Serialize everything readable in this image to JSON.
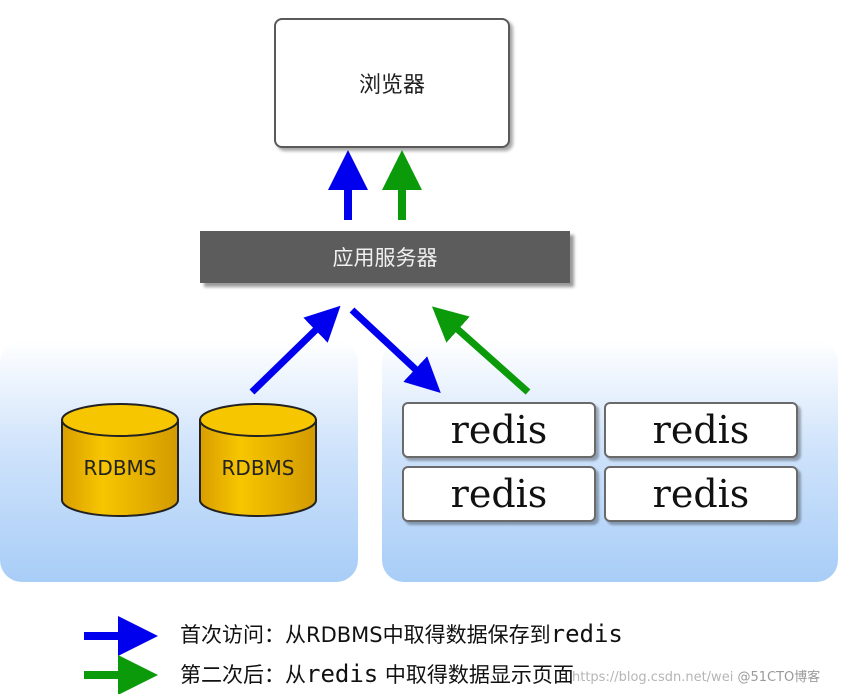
{
  "browser": {
    "label": "浏览器"
  },
  "app_server": {
    "label": "应用服务器"
  },
  "databases": [
    {
      "label": "RDBMS"
    },
    {
      "label": "RDBMS"
    }
  ],
  "redis_nodes": [
    {
      "label": "redis"
    },
    {
      "label": "redis"
    },
    {
      "label": "redis"
    },
    {
      "label": "redis"
    }
  ],
  "legend": {
    "first_visit": {
      "prefix": "首次访问：从RDBMS中取得数据保存到",
      "suffix": "redis",
      "color": "#0000ee"
    },
    "second_visit": {
      "prefix": "第二次后：从",
      "mid": "redis",
      "suffix": " 中取得数据显示页面",
      "color": "#0a9a0a"
    }
  },
  "watermark": {
    "url": "https://blog.csdn.net/wei",
    "brand": "@51CTO博客"
  },
  "colors": {
    "blue_arrow": "#0000ee",
    "green_arrow": "#0a9a0a",
    "db_fill": "#f0b800"
  }
}
